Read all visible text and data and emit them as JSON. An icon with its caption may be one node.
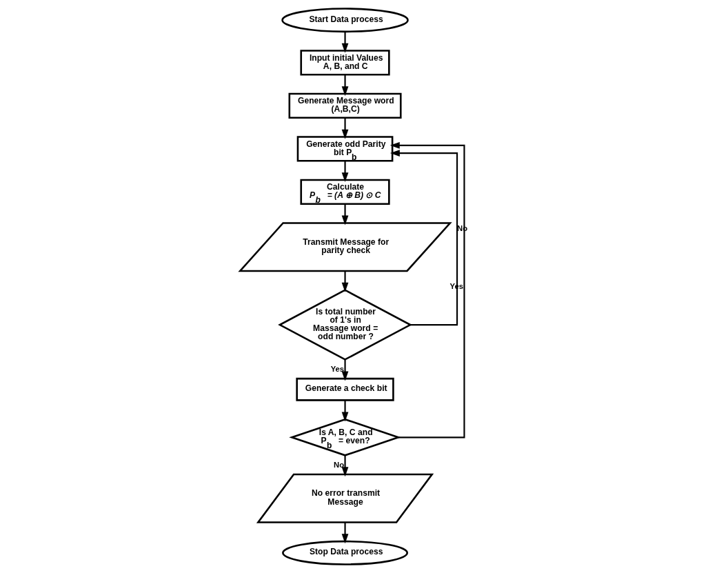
{
  "diagram": {
    "nodes": [
      {
        "text": [
          "Start Data process"
        ]
      },
      {
        "text": [
          "Input initial Values A, B, and C"
        ]
      },
      {
        "text": [
          "Generate Message word (A,B,C)"
        ]
      },
      {
        "text": [
          "Generate odd Parity bit P$_{b}$"
        ]
      },
      {
        "text": [
          "Calculate",
          "P$_{b}$ = (A ⊕ B) ⊙ C"
        ]
      },
      {
        "text": [
          "Transmit Message for parity check"
        ]
      },
      {
        "text": [
          "Is total number of 1's in Massage word = odd number ?"
        ]
      },
      {
        "text": [
          "Generate a check bit"
        ]
      },
      {
        "text": [
          "Is A, B, C and P$_{b}$ = even?"
        ]
      },
      {
        "text": [
          "No error transmit Message"
        ]
      },
      {
        "text": [
          "Stop Data process"
        ]
      }
    ],
    "edges": [
      {
        "from": 0,
        "to": 1,
        "arrow": "to"
      },
      {
        "from": 1,
        "to": 2,
        "arrow": "to"
      },
      {
        "from": 2,
        "to": 3,
        "arrow": "to"
      },
      {
        "from": 3,
        "to": 4,
        "arrow": "to"
      },
      {
        "from": 4,
        "to": 5,
        "arrow": "to"
      },
      {
        "from": 5,
        "to": 6,
        "arrow": "to"
      },
      {
        "from": 6,
        "to": 3,
        "label": "No",
        "arrow": "to"
      },
      {
        "from": 6,
        "to": 7,
        "label": "Yes",
        "arrow": "to"
      },
      {
        "from": 7,
        "to": 8,
        "arrow": "to"
      },
      {
        "from": 8,
        "to": 3,
        "label": "Yes",
        "arrow": "to"
      },
      {
        "from": 8,
        "to": 9,
        "label": "No",
        "arrow": "to"
      },
      {
        "from": 9,
        "to": 10,
        "arrow": "to"
      }
    ]
  }
}
